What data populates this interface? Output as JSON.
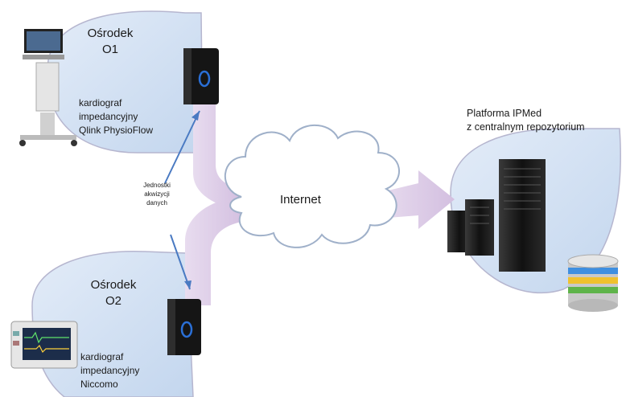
{
  "center_o1": {
    "title": "Ośrodek",
    "code": "O1",
    "device": [
      "kardiograf",
      "impedancyjny",
      "Qlink PhysioFlow"
    ]
  },
  "center_o2": {
    "title": "Ośrodek",
    "code": "O2",
    "device": [
      "kardiograf",
      "impedancyjny",
      "Niccomo"
    ]
  },
  "acquisition": [
    "Jednostki",
    "akwizycji",
    "danych"
  ],
  "internet": "Internet",
  "platform": [
    "Platforma IPMed",
    "z centralnym repozytorium"
  ],
  "colors": {
    "bubble": "#cfdff3",
    "bubble_stroke": "#b3b3c9",
    "flow": "#d9c6e3",
    "arrow_blue": "#4a7ac2",
    "router": "#151515",
    "router_ring": "#2a6fd6"
  }
}
